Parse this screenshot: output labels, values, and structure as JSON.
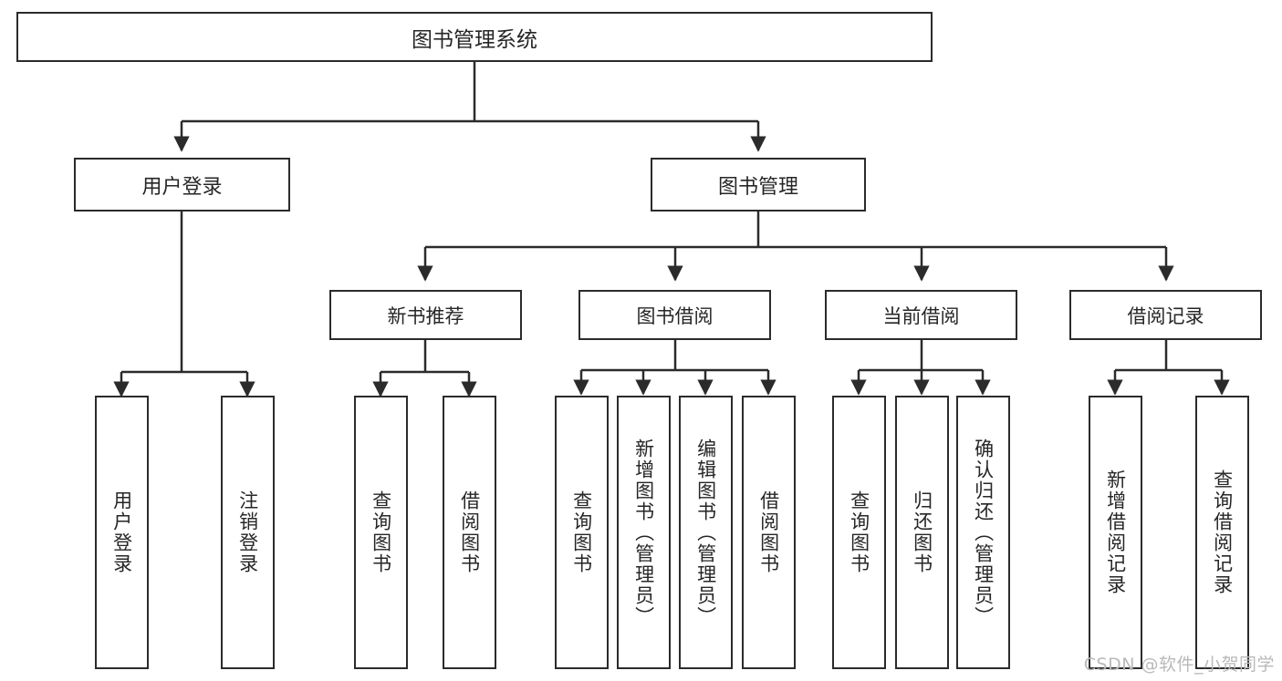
{
  "diagram": {
    "type": "tree-hierarchy",
    "title": "图书管理系统",
    "root": {
      "label": "图书管理系统"
    },
    "level2": [
      {
        "label": "用户登录"
      },
      {
        "label": "图书管理"
      }
    ],
    "level3": [
      {
        "label": "新书推荐"
      },
      {
        "label": "图书借阅"
      },
      {
        "label": "当前借阅"
      },
      {
        "label": "借阅记录"
      }
    ],
    "leaves": {
      "user_login": [
        {
          "label": "用户登录"
        },
        {
          "label": "注销登录"
        }
      ],
      "new_book_recommend": [
        {
          "label": "查询图书"
        },
        {
          "label": "借阅图书"
        }
      ],
      "book_borrow": [
        {
          "label": "查询图书"
        },
        {
          "label": "新增图书（管理员）"
        },
        {
          "label": "编辑图书（管理员）"
        },
        {
          "label": "借阅图书"
        }
      ],
      "current_borrow": [
        {
          "label": "查询图书"
        },
        {
          "label": "归还图书"
        },
        {
          "label": "确认归还（管理员）"
        }
      ],
      "borrow_record": [
        {
          "label": "新增借阅记录"
        },
        {
          "label": "查询借阅记录"
        }
      ]
    }
  },
  "watermark": {
    "text": "CSDN @软件_小贺同学"
  },
  "colors": {
    "stroke": "#2b2b2b",
    "text": "#262626",
    "background": "#ffffff",
    "watermark": "#b9b9b9"
  }
}
